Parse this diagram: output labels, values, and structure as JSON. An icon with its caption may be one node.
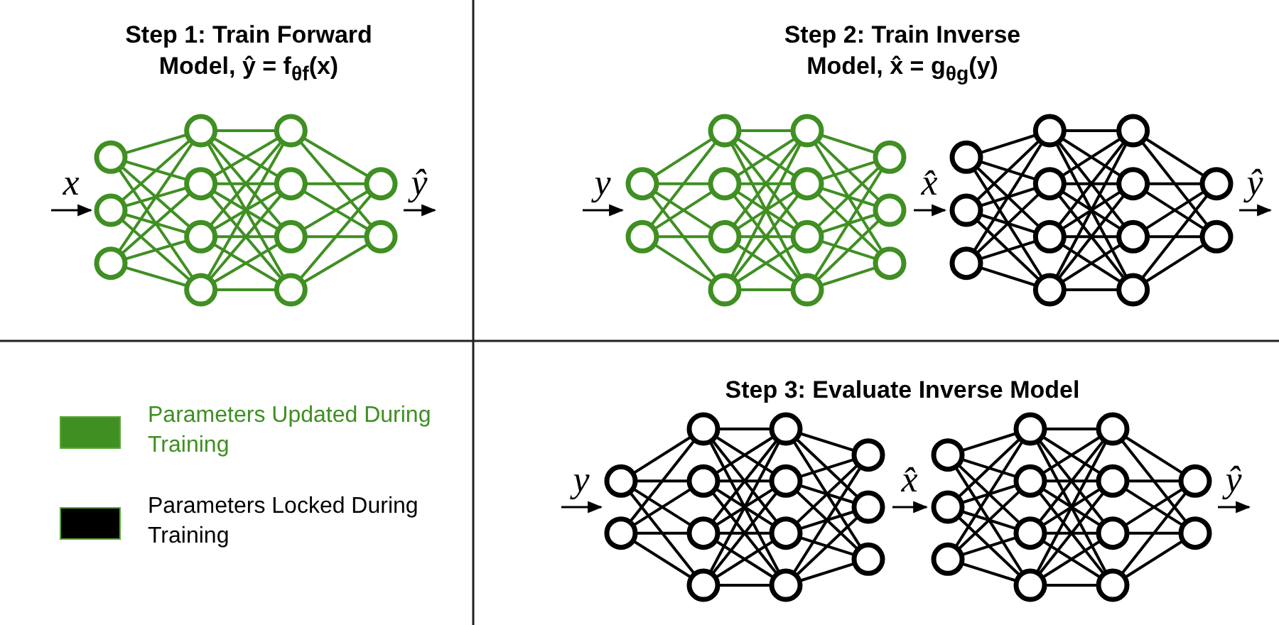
{
  "diagram": {
    "nodes": [
      {
        "text": [],
        "shape": "picture"
      },
      {
        "text": [],
        "shape": "picture"
      },
      {
        "text": [],
        "shape": "picture"
      },
      {
        "text": [],
        "shape": "picture"
      },
      {
        "text": [],
        "shape": "picture"
      }
    ],
    "edges": [
      {
        "from": null,
        "to": 0,
        "arrow": "to",
        "label": "x"
      },
      {
        "from": 0,
        "to": null,
        "arrow": "to",
        "label": "ŷ"
      },
      {
        "from": null,
        "to": 1,
        "arrow": "to",
        "label": "y"
      },
      {
        "from": 1,
        "to": 2,
        "arrow": "to",
        "label": "x̂"
      },
      {
        "from": 2,
        "to": null,
        "arrow": "to",
        "label": "ŷ"
      },
      {
        "from": null,
        "to": 3,
        "arrow": "to",
        "label": "y"
      },
      {
        "from": 3,
        "to": 4,
        "arrow": "to",
        "label": "x̂"
      },
      {
        "from": 4,
        "to": null,
        "arrow": "to",
        "label": "ŷ"
      }
    ],
    "labels": [
      "Step 1: Train Forward Model, ŷ = f$_{θf}$(x)",
      "Step 2: Train Inverse Model, x̂ = g$_{θg}$(y)",
      "Step 3: Evaluate Inverse Model"
    ],
    "legend": [
      {
        "text": "Parameters Updated During Training",
        "color": "#3f8f22"
      },
      {
        "text": "Parameters Locked During Training",
        "color": "#000000"
      }
    ]
  }
}
